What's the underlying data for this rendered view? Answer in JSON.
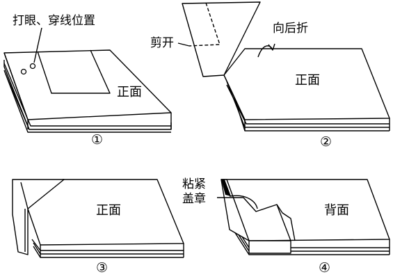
{
  "panel1": {
    "caption": "打眼、穿线位置",
    "face_label": "正面",
    "step_number": "①"
  },
  "panel2": {
    "cut_label": "剪开",
    "fold_label": "向后折",
    "face_label": "正面",
    "step_number": "②"
  },
  "panel3": {
    "face_label": "正面",
    "step_number": "③"
  },
  "panel4": {
    "glue_label_line1": "粘紧",
    "glue_label_line2": "盖章",
    "face_label": "背面",
    "step_number": "④"
  }
}
